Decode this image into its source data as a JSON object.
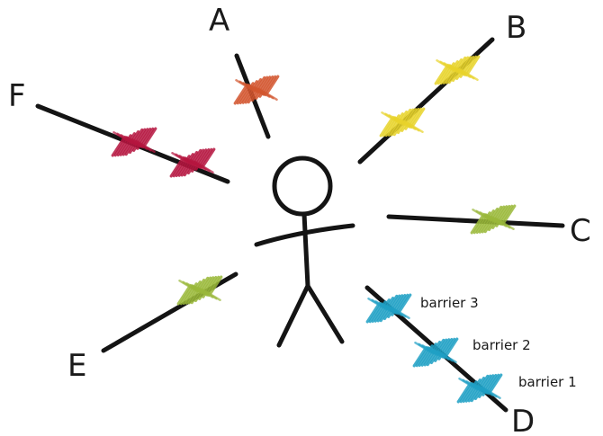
{
  "colors": {
    "ink": "#141414",
    "A": "#d2552e",
    "B": "#e8d32b",
    "C": "#9ab83a",
    "D": "#1fa0c4",
    "E": "#9ab83a",
    "F": "#b5153f"
  },
  "spokes": [
    {
      "id": "A",
      "label": "A",
      "barriers": 1
    },
    {
      "id": "B",
      "label": "B",
      "barriers": 2
    },
    {
      "id": "C",
      "label": "C",
      "barriers": 1
    },
    {
      "id": "D",
      "label": "D",
      "barriers": 3,
      "barrier_labels": [
        "barrier 3",
        "barrier 2",
        "barrier 1"
      ]
    },
    {
      "id": "E",
      "label": "E",
      "barriers": 1
    },
    {
      "id": "F",
      "label": "F",
      "barriers": 2
    }
  ]
}
